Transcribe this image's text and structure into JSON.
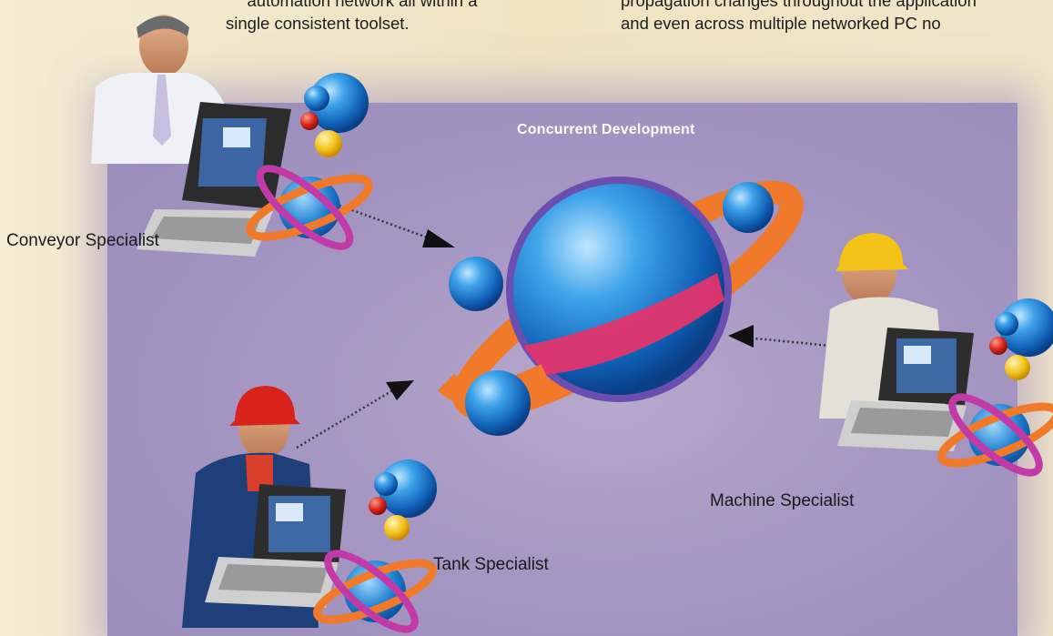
{
  "top_text": {
    "left_line1": "automation network all within a",
    "left_line2": "single consistent toolset.",
    "right_line1": "propagation changes throughout the application",
    "right_line2": "and even across multiple networked PC no"
  },
  "diagram": {
    "title": "Concurrent Development",
    "specialists": {
      "conveyor": "Conveyor Specialist",
      "machine": "Machine Specialist",
      "tank": "Tank Specialist"
    }
  },
  "colors": {
    "sphere_blue": "#1f86d6",
    "ring_orange": "#f07a2a",
    "ring_pink": "#e0327a",
    "panel_purple": "#a596c2",
    "background": "#f1e6c8"
  }
}
